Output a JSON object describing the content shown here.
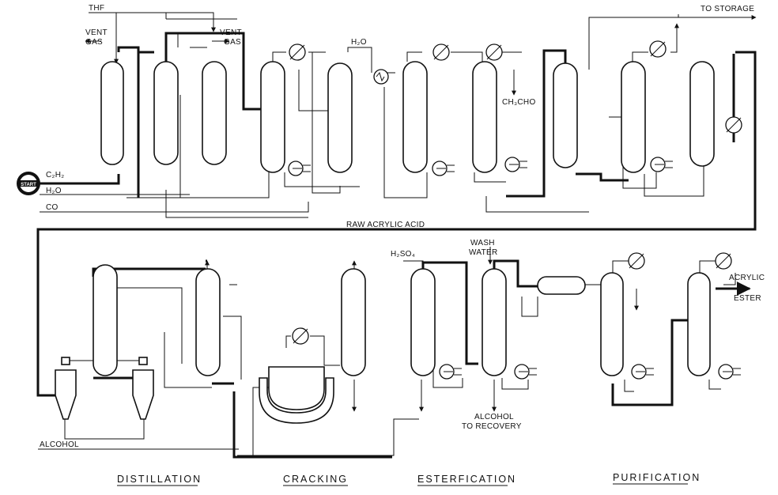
{
  "labels": {
    "thf": "THF",
    "vent_gas_1a": "VENT",
    "vent_gas_1b": "GAS",
    "vent_gas_2a": "VENT",
    "vent_gas_2b": "GAS",
    "h2o_top": "H₂O",
    "to_storage": "TO STORAGE",
    "ch3cho": "CH₃CHO",
    "start": "START",
    "c2h2": "C₂H₂",
    "h2o_feed": "H₂O",
    "co": "CO",
    "raw_acrylic_acid": "RAW ACRYLIC ACID",
    "h2so4": "H₂SO₄",
    "wash_water_a": "WASH",
    "wash_water_b": "WATER",
    "alcohol_recovery_a": "ALCOHOL",
    "alcohol_recovery_b": "TO RECOVERY",
    "acrylic_ester_a": "ACRYLIC",
    "acrylic_ester_b": "ESTER",
    "alcohol_feed": "ALCOHOL"
  },
  "sections": [
    "DISTILLATION",
    "CRACKING",
    "ESTERFICATION",
    "PURIFICATION"
  ],
  "colors": {
    "line": "#111111",
    "background": "#ffffff"
  }
}
